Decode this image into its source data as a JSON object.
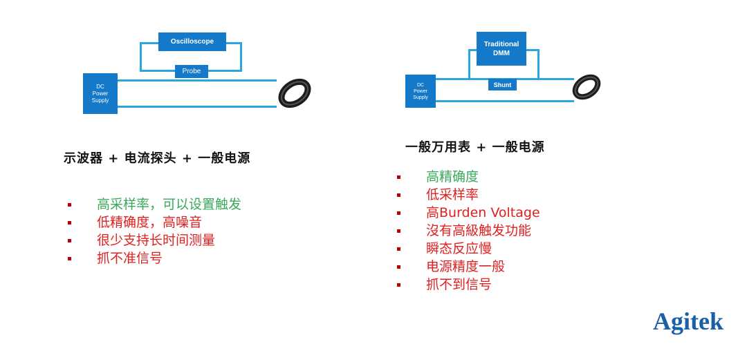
{
  "left": {
    "oscilloscope_label": "Oscilloscope",
    "probe_label": "Probe",
    "psu_label": "DC\nPower\nSupply",
    "title": "示波器 + 电流探头 + 一般电源",
    "items": [
      {
        "text": "高采样率，可以设置触发",
        "color": "green"
      },
      {
        "text": "低精确度，高噪音",
        "color": "red"
      },
      {
        "text": "很少支持长时间测量",
        "color": "red"
      },
      {
        "text": "抓不准信号",
        "color": "red"
      }
    ]
  },
  "right": {
    "dmm_label": "Traditional\nDMM",
    "shunt_label": "Shunt",
    "psu_label": "DC\nPower\nSupply",
    "title": "一般万用表 + 一般电源",
    "items": [
      {
        "text": "高精确度",
        "color": "green"
      },
      {
        "text": "低采样率",
        "color": "red"
      },
      {
        "text": "高Burden Voltage",
        "color": "red"
      },
      {
        "text": "沒有高級触发功能",
        "color": "red"
      },
      {
        "text": "瞬态反应慢",
        "color": "red"
      },
      {
        "text": "电源精度一般",
        "color": "red"
      },
      {
        "text": "抓不到信号",
        "color": "red"
      }
    ]
  },
  "logo": "Agitek",
  "colors": {
    "box": "#1479c9",
    "wire": "#29a6e0",
    "green": "#39a85a",
    "red": "#e02020",
    "bullet": "#c00000",
    "logo": "#1a5fa8"
  }
}
